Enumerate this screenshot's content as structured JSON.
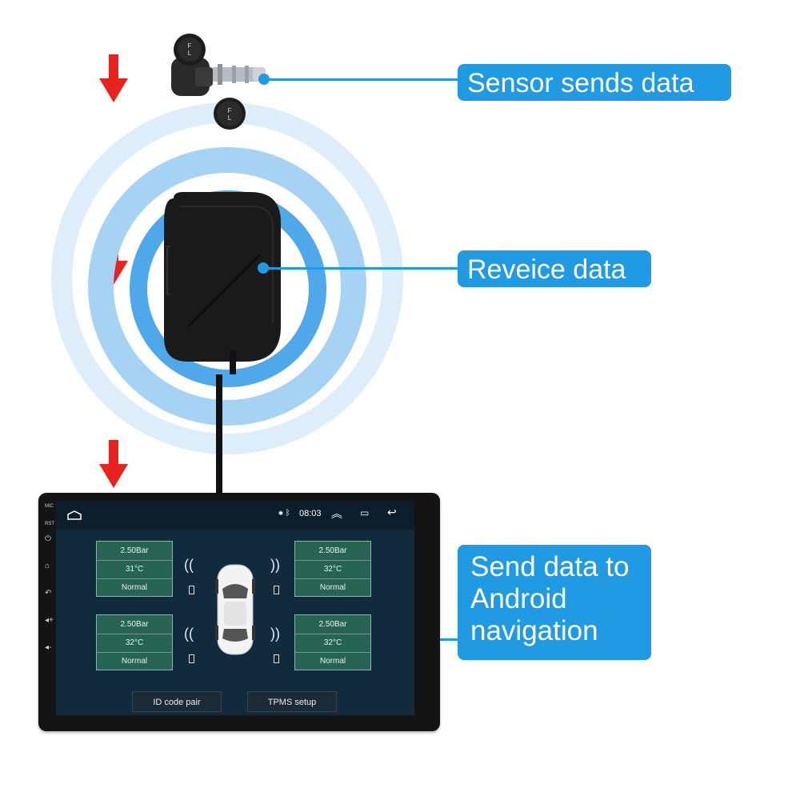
{
  "callouts": {
    "sensor": "Sensor sends data",
    "receiver": "Reveice data",
    "android_line1": "Send data to",
    "android_line2": "Android",
    "android_line3": "navigation"
  },
  "head_unit": {
    "side_labels": {
      "mic": "MIC",
      "rst": "RST"
    },
    "status": {
      "time": "08:03"
    },
    "tiles": [
      {
        "pressure": "2.50Bar",
        "temp": "31°C",
        "status": "Normal"
      },
      {
        "pressure": "2.50Bar",
        "temp": "32°C",
        "status": "Normal"
      },
      {
        "pressure": "2.50Bar",
        "temp": "32°C",
        "status": "Normal"
      },
      {
        "pressure": "2.50Bar",
        "temp": "32°C",
        "status": "Normal"
      }
    ],
    "buttons": {
      "pair": "ID code pair",
      "setup": "TPMS setup"
    }
  },
  "sensor_marking": {
    "line1": "F",
    "line2": "L"
  },
  "colors": {
    "accent": "#1f9ae3",
    "arrow": "#e8231f"
  }
}
